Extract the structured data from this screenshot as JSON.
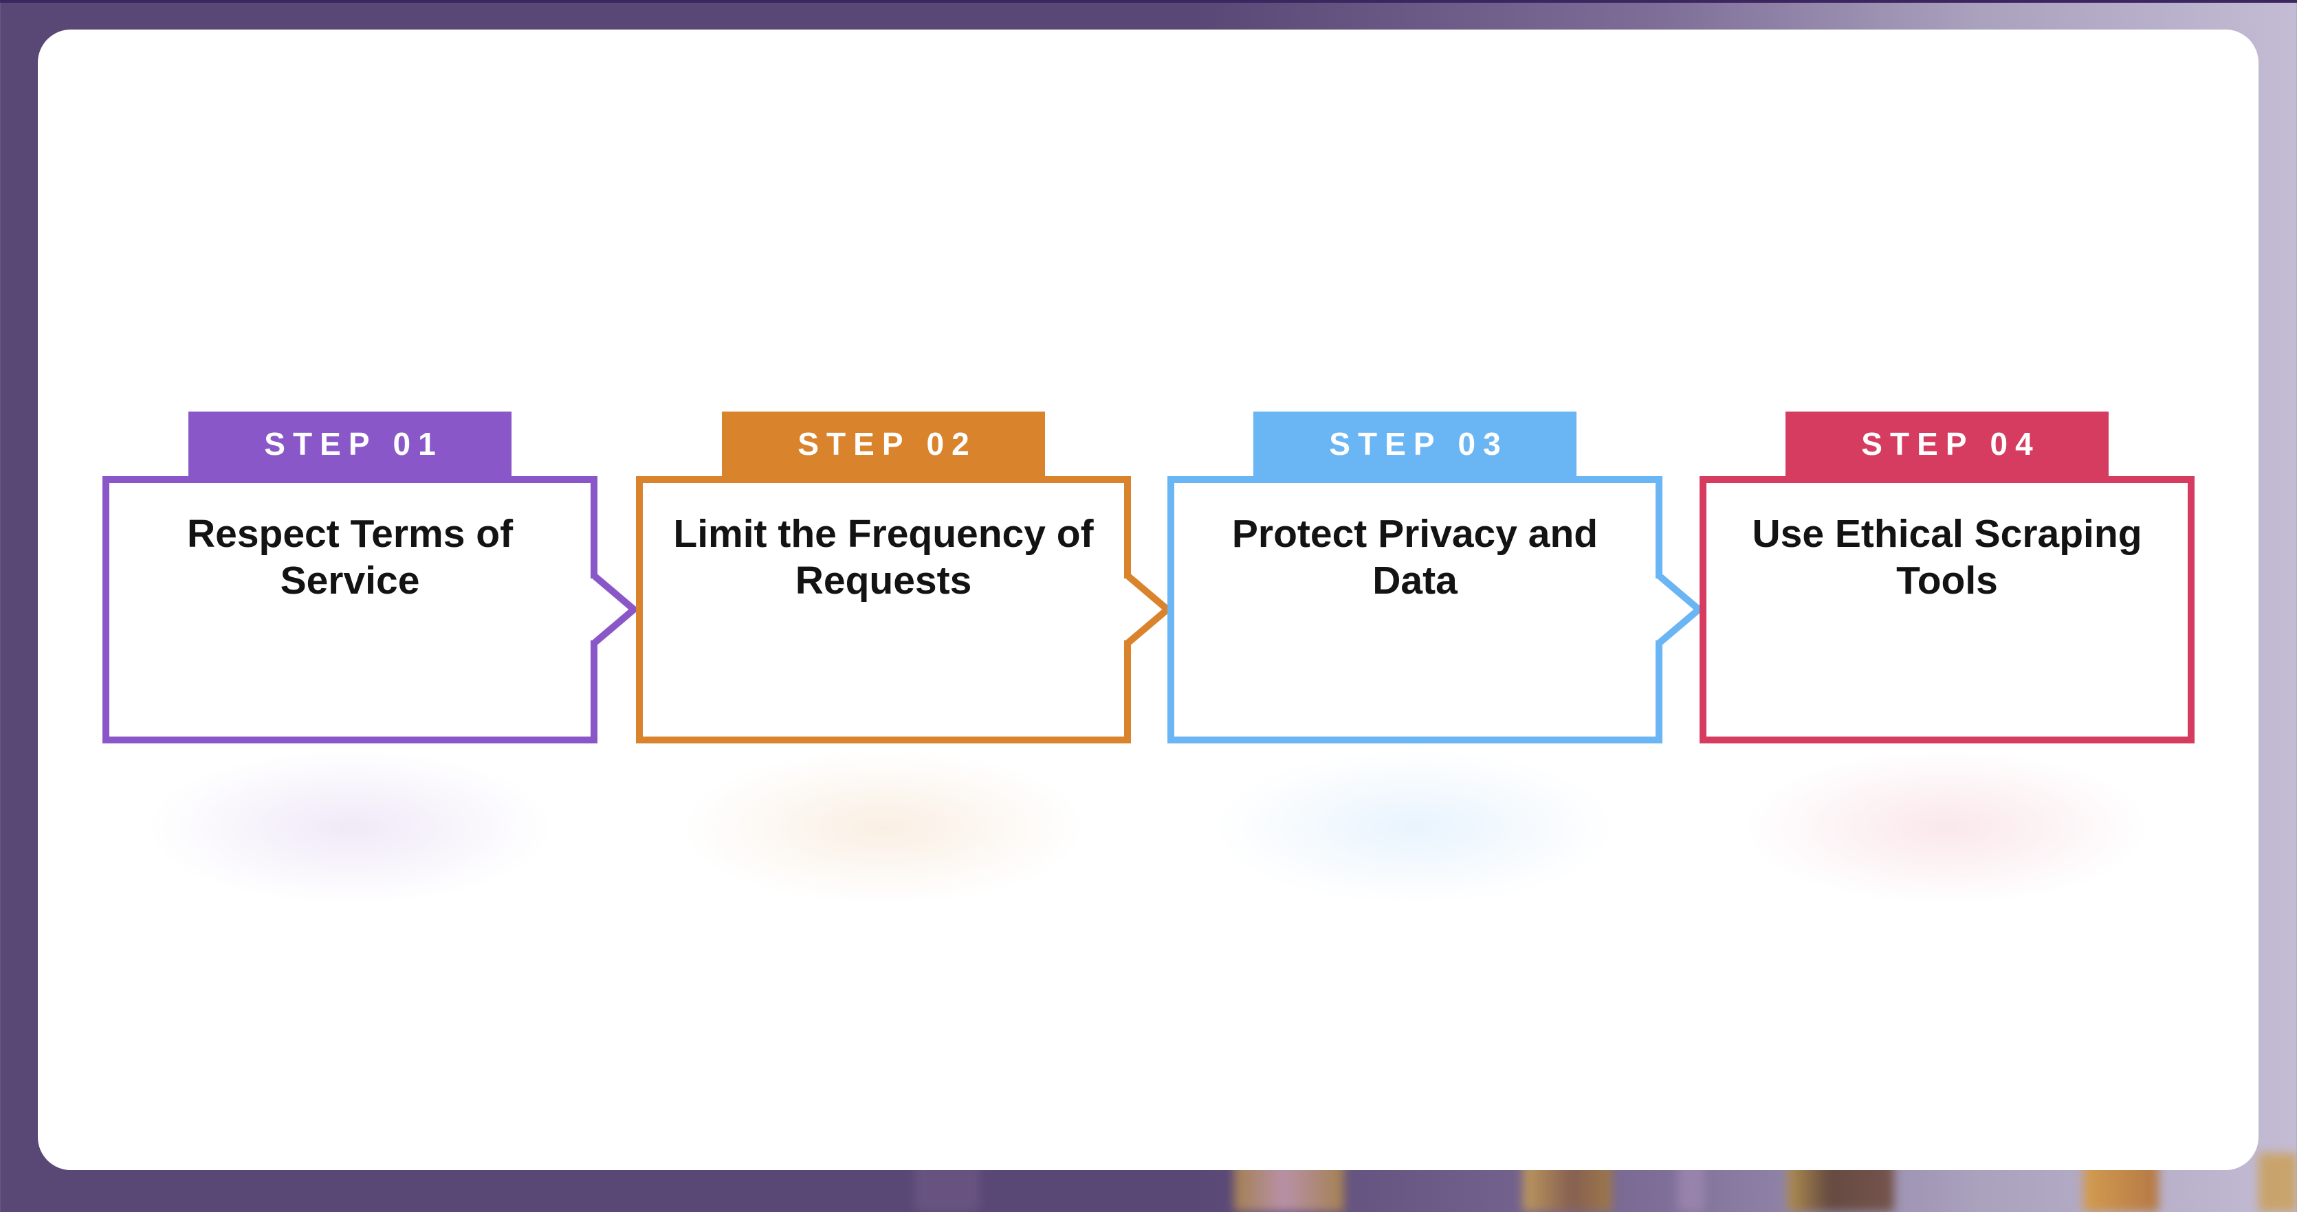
{
  "frame": {
    "bg_left_color": "#594775",
    "bg_right_color": "#c3bcd4",
    "top_edge_color": "#3b2660",
    "card_bg_color": "#ffffff"
  },
  "steps": [
    {
      "label": "STEP 01",
      "title": "Respect Terms of Service",
      "color": "#8a57c9",
      "glow_color": "rgba(138,87,201,0.13)"
    },
    {
      "label": "STEP 02",
      "title": "Limit the Frequency of Requests",
      "color": "#d9832c",
      "glow_color": "rgba(217,131,44,0.13)"
    },
    {
      "label": "STEP 03",
      "title": "Protect Privacy and Data",
      "color": "#6ab5f4",
      "glow_color": "rgba(106,181,244,0.15)"
    },
    {
      "label": "STEP 04",
      "title": "Use Ethical Scraping Tools",
      "color": "#d63b60",
      "glow_color": "rgba(214,59,96,0.12)"
    }
  ]
}
